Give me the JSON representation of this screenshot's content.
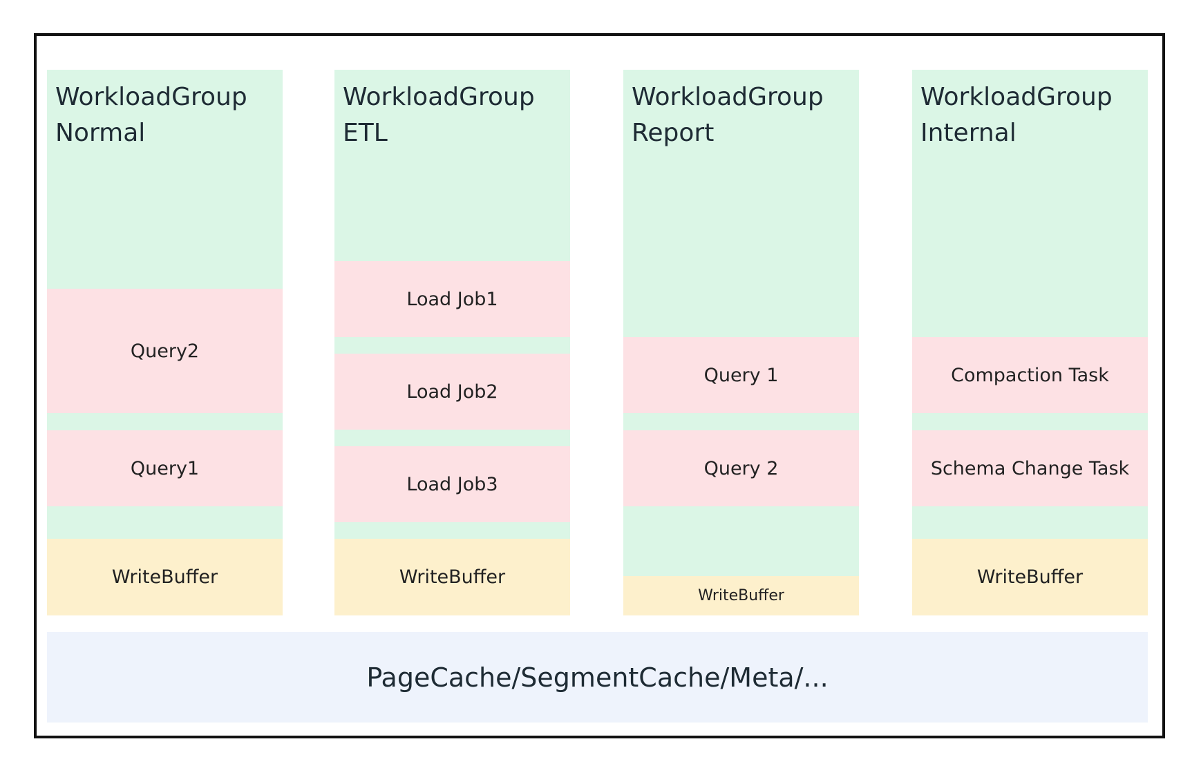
{
  "groups": [
    {
      "title": "WorkloadGroup\nNormal",
      "tasks": [
        "Query2",
        "Query1"
      ],
      "write_buffer": "WriteBuffer"
    },
    {
      "title": "WorkloadGroup\nETL",
      "tasks": [
        "Load Job1",
        "Load Job2",
        "Load Job3"
      ],
      "write_buffer": "WriteBuffer"
    },
    {
      "title": "WorkloadGroup\nReport",
      "tasks": [
        "Query 1",
        "Query 2"
      ],
      "write_buffer": "WriteBuffer"
    },
    {
      "title": "WorkloadGroup\nInternal",
      "tasks": [
        "Compaction Task",
        "Schema Change Task"
      ],
      "write_buffer": "WriteBuffer"
    }
  ],
  "shared_cache": {
    "label": "PageCache/SegmentCache/Meta/..."
  },
  "colors": {
    "group_background": "#dbf6e6",
    "task_background": "#fde1e4",
    "write_buffer_background": "#fdf0cc",
    "cache_background": "#eef3fc",
    "frame_border": "#111111"
  }
}
